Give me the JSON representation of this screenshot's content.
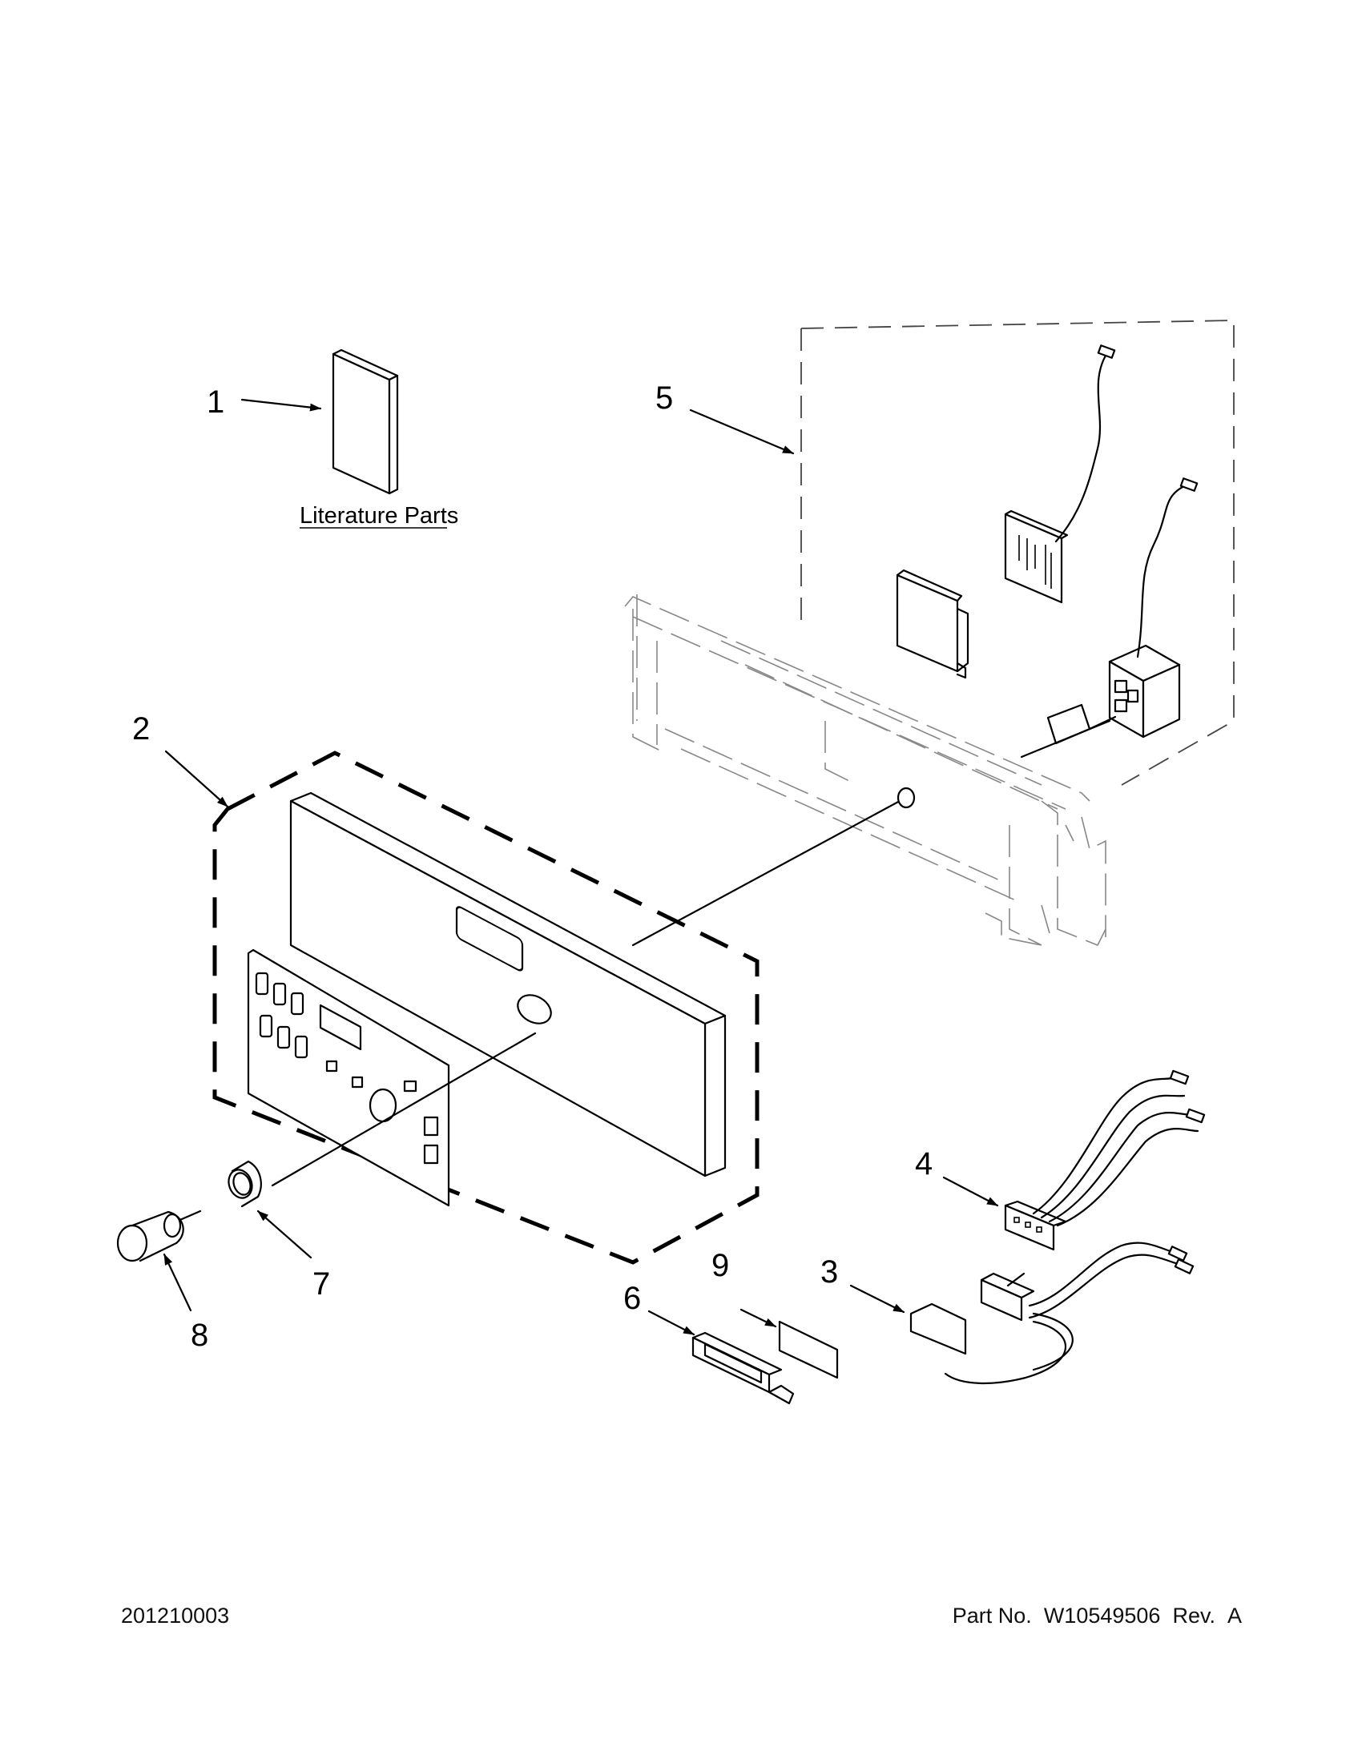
{
  "diagram": {
    "callouts": [
      {
        "id": "1",
        "label": "1"
      },
      {
        "id": "2",
        "label": "2"
      },
      {
        "id": "3",
        "label": "3"
      },
      {
        "id": "4",
        "label": "4"
      },
      {
        "id": "5",
        "label": "5"
      },
      {
        "id": "6",
        "label": "6"
      },
      {
        "id": "7",
        "label": "7"
      },
      {
        "id": "8",
        "label": "8"
      },
      {
        "id": "9",
        "label": "9"
      }
    ],
    "literature_label": "Literature Parts"
  },
  "footer": {
    "drawing_number": "201210003",
    "part_no_label": "Part No.",
    "part_no": "W10549506",
    "rev_label": "Rev.",
    "rev": "A"
  }
}
